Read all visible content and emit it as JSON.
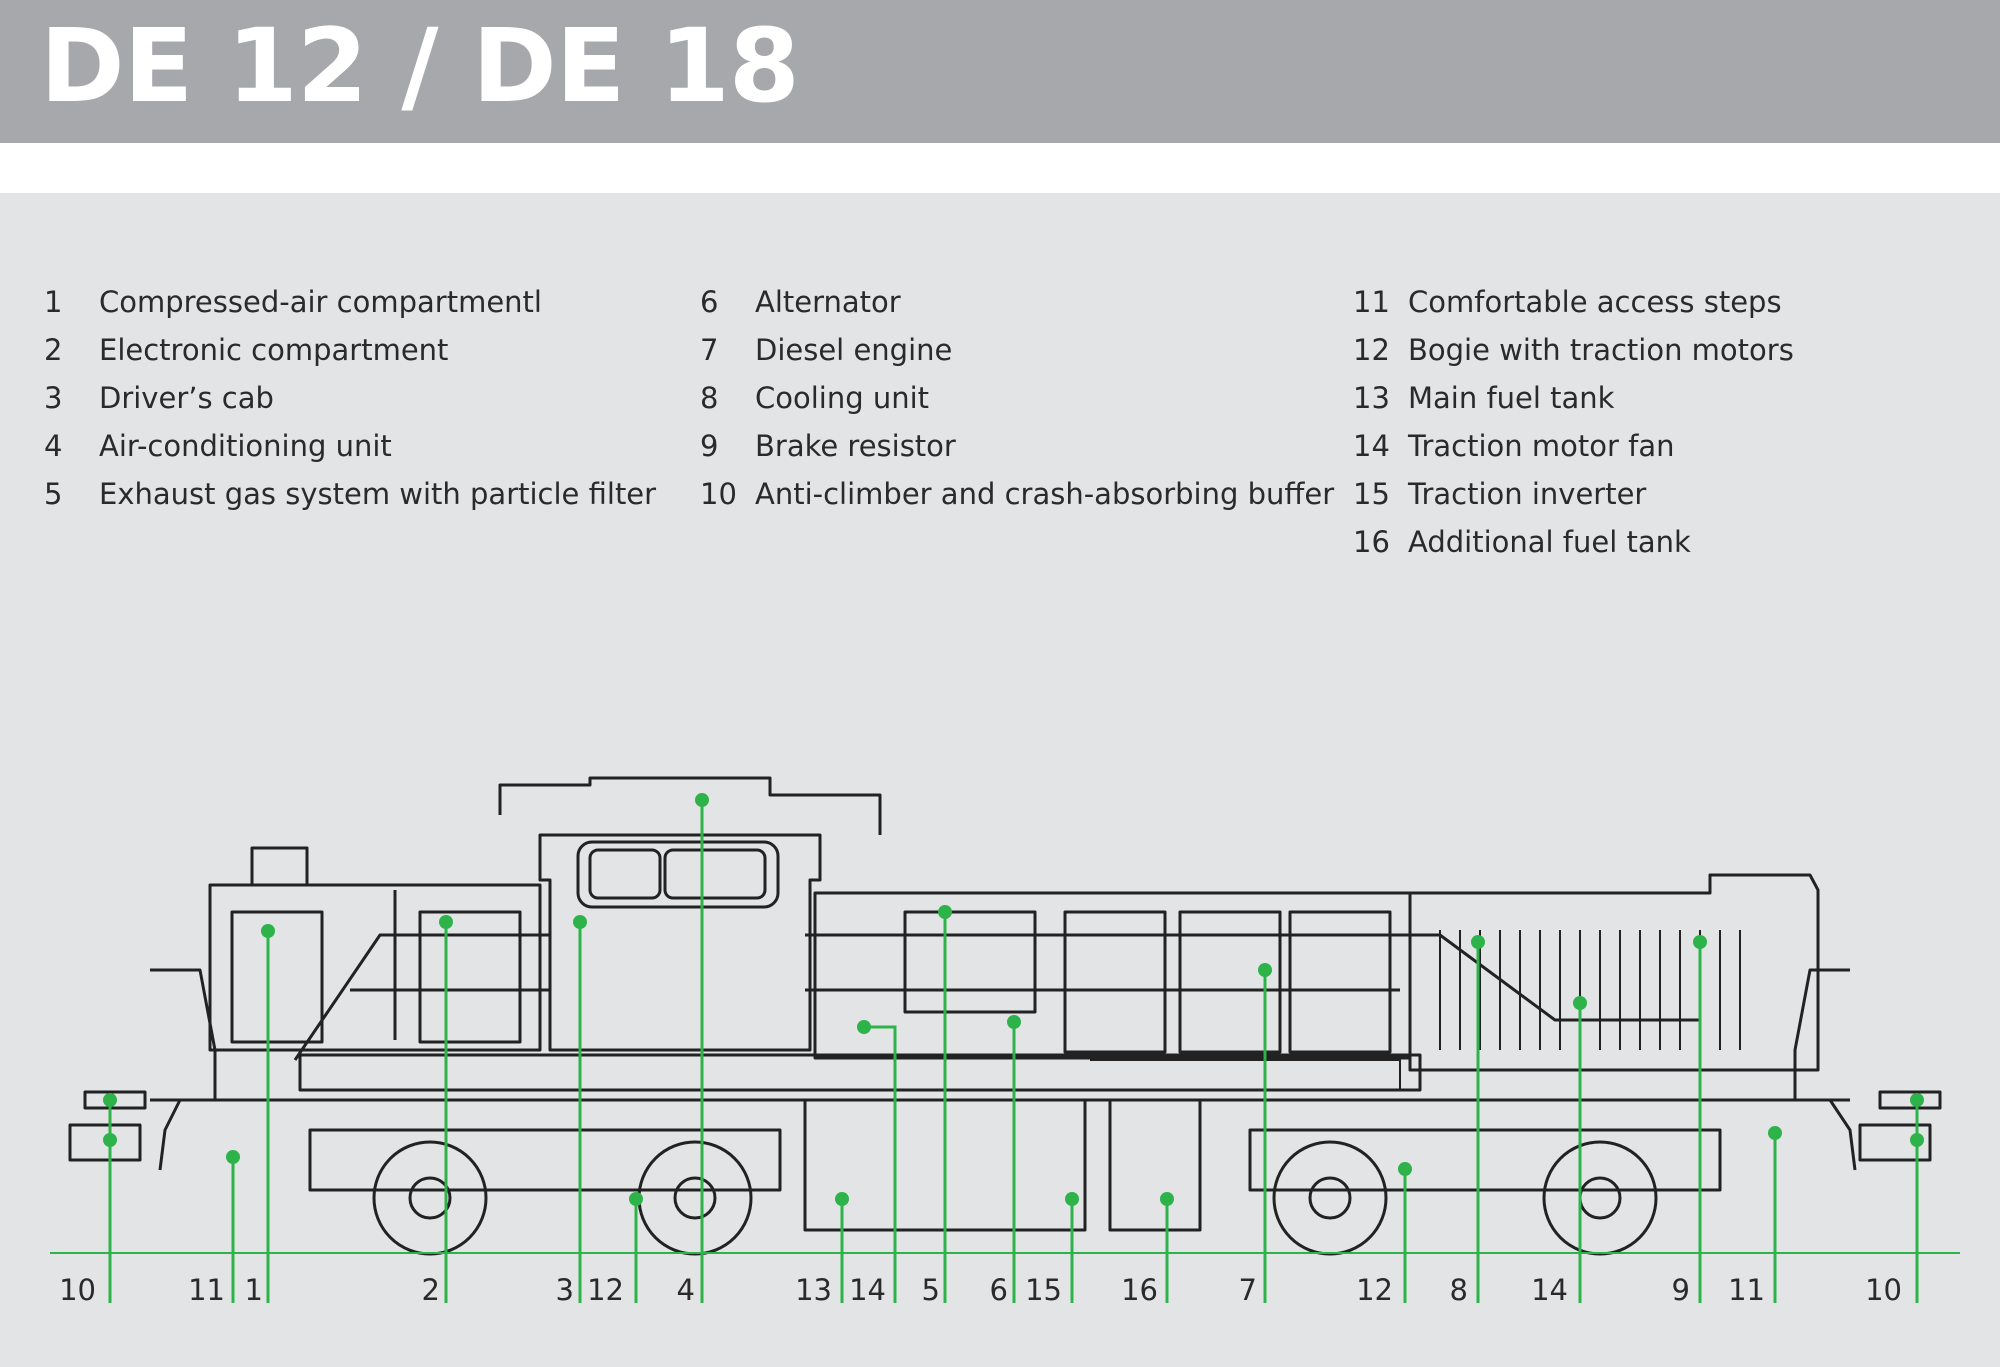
{
  "title": "DE 12 / DE 18",
  "legend": {
    "col1": [
      {
        "num": "1",
        "label": "Compressed-air compartmentl"
      },
      {
        "num": "2",
        "label": "Electronic compartment"
      },
      {
        "num": "3",
        "label": "Driver’s cab"
      },
      {
        "num": "4",
        "label": "Air-conditioning unit"
      },
      {
        "num": "5",
        "label": "Exhaust gas system with particle filter"
      }
    ],
    "col2": [
      {
        "num": "6",
        "label": "Alternator"
      },
      {
        "num": "7",
        "label": "Diesel engine"
      },
      {
        "num": "8",
        "label": "Cooling unit"
      },
      {
        "num": "9",
        "label": "Brake resistor"
      },
      {
        "num": "10",
        "label": "Anti-climber and crash-absorbing buffer"
      }
    ],
    "col3": [
      {
        "num": "11",
        "label": "Comfortable access steps"
      },
      {
        "num": "12",
        "label": "Bogie with traction motors"
      },
      {
        "num": "13",
        "label": "Main fuel tank"
      },
      {
        "num": "14",
        "label": "Traction motor fan"
      },
      {
        "num": "15",
        "label": "Traction inverter"
      },
      {
        "num": "16",
        "label": "Additional fuel tank"
      }
    ]
  },
  "callouts": [
    "10",
    "11",
    "1",
    "2",
    "3",
    "12",
    "4",
    "13",
    "14",
    "5",
    "6",
    "15",
    "16",
    "7",
    "12",
    "8",
    "14",
    "9",
    "11",
    "10"
  ],
  "colors": {
    "title_bar": "#a6a8ab",
    "background": "#e3e4e5",
    "accent": "#2db34a",
    "line_art": "#222222"
  }
}
